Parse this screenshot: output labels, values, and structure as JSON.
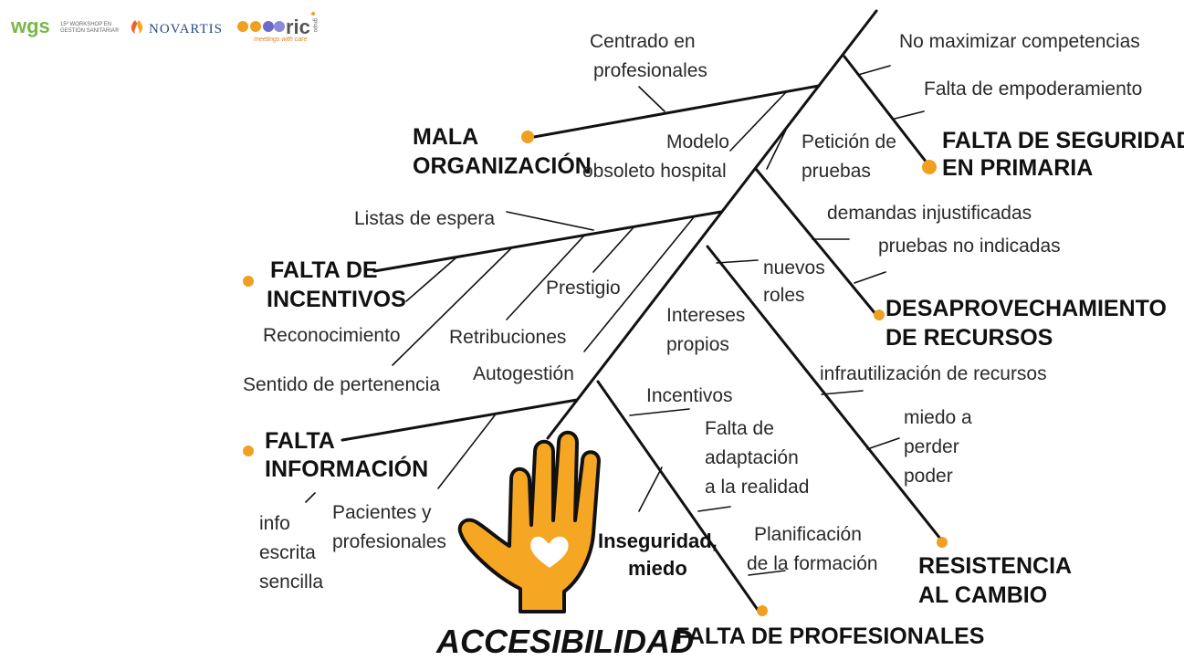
{
  "logos": {
    "wgs": "wgs",
    "wgs_sub1": "15º WORKSHOP EN",
    "wgs_sub2": "GESTIÓN SANITARIA®",
    "novartis": "NOVARTIS",
    "ric": "ric",
    "ric_tag": "meetings with care",
    "ric_side": "grupo"
  },
  "center": "ACCESIBILIDAD",
  "categories": {
    "mala_organizacion": [
      "MALA",
      "ORGANIZACIÓN"
    ],
    "falta_seguridad": [
      "FALTA DE SEGURIDAD",
      "EN PRIMARIA"
    ],
    "falta_incentivos": [
      "FALTA DE",
      "INCENTIVOS"
    ],
    "desaprovechamiento": [
      "DESAPROVECHAMIENTO",
      "DE RECURSOS"
    ],
    "falta_informacion": [
      "FALTA",
      "INFORMACIÓN"
    ],
    "resistencia": [
      "RESISTENCIA",
      "AL CAMBIO"
    ],
    "falta_profesionales": "FALTA DE PROFESIONALES",
    "inseguridad": [
      "Inseguridad,",
      "miedo"
    ]
  },
  "causes": {
    "centrado": [
      "Centrado en",
      "profesionales"
    ],
    "modelo": [
      "Modelo",
      "obsoleto hospital"
    ],
    "no_maximizar": "No maximizar competencias",
    "empoderamiento": "Falta de empoderamiento",
    "peticion": [
      "Petición de",
      "pruebas"
    ],
    "demandas": "demandas injustificadas",
    "pruebas_no": "pruebas no indicadas",
    "listas": "Listas de espera",
    "prestigio": "Prestigio",
    "reconocimiento": "Reconocimiento",
    "retribuciones": "Retribuciones",
    "sentido": "Sentido de pertenencia",
    "autogestion": "Autogestión",
    "nuevos_roles": [
      "nuevos",
      "roles"
    ],
    "intereses": [
      "Intereses",
      "propios"
    ],
    "infrautilizacion": "infrautilización de recursos",
    "miedo_poder": [
      "miedo a",
      "perder",
      "poder"
    ],
    "incentivos": "Incentivos",
    "adaptacion": [
      "Falta de",
      "adaptación",
      "a la realidad"
    ],
    "planificacion": [
      "Planificación",
      "de la formación"
    ],
    "info_escrita": [
      "info",
      "escrita",
      "sencilla"
    ],
    "pacientes": [
      "Pacientes y",
      "profesionales"
    ]
  },
  "colors": {
    "accent": "#f0a020",
    "hand": "#f5a623",
    "ink": "#111111"
  }
}
